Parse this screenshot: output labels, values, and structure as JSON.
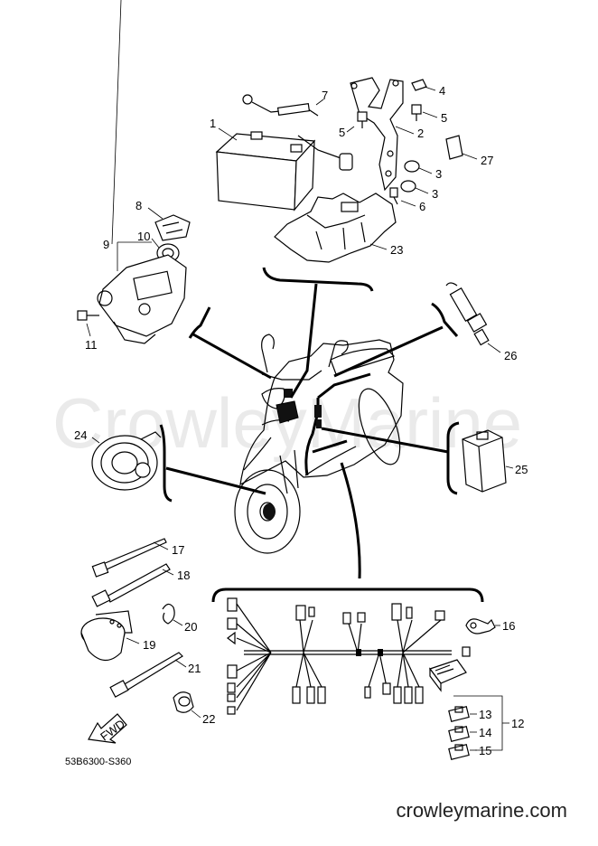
{
  "watermark": "CrowleyMarine",
  "drawing_code": "53B6300-S360",
  "footer_url": "crowleymarine.com",
  "fwd_label": "FWD",
  "callouts": {
    "c1": "1",
    "c2": "2",
    "c3a": "3",
    "c3b": "3",
    "c4": "4",
    "c5a": "5",
    "c5b": "5",
    "c6": "6",
    "c7": "7",
    "c8": "8",
    "c9": "9",
    "c10": "10",
    "c11": "11",
    "c12": "12",
    "c13": "13",
    "c14": "14",
    "c15": "15",
    "c16": "16",
    "c17": "17",
    "c18": "18",
    "c19": "19",
    "c20": "20",
    "c21": "21",
    "c22": "22",
    "c23": "23",
    "c24": "24",
    "c25": "25",
    "c26": "26",
    "c27": "27"
  }
}
